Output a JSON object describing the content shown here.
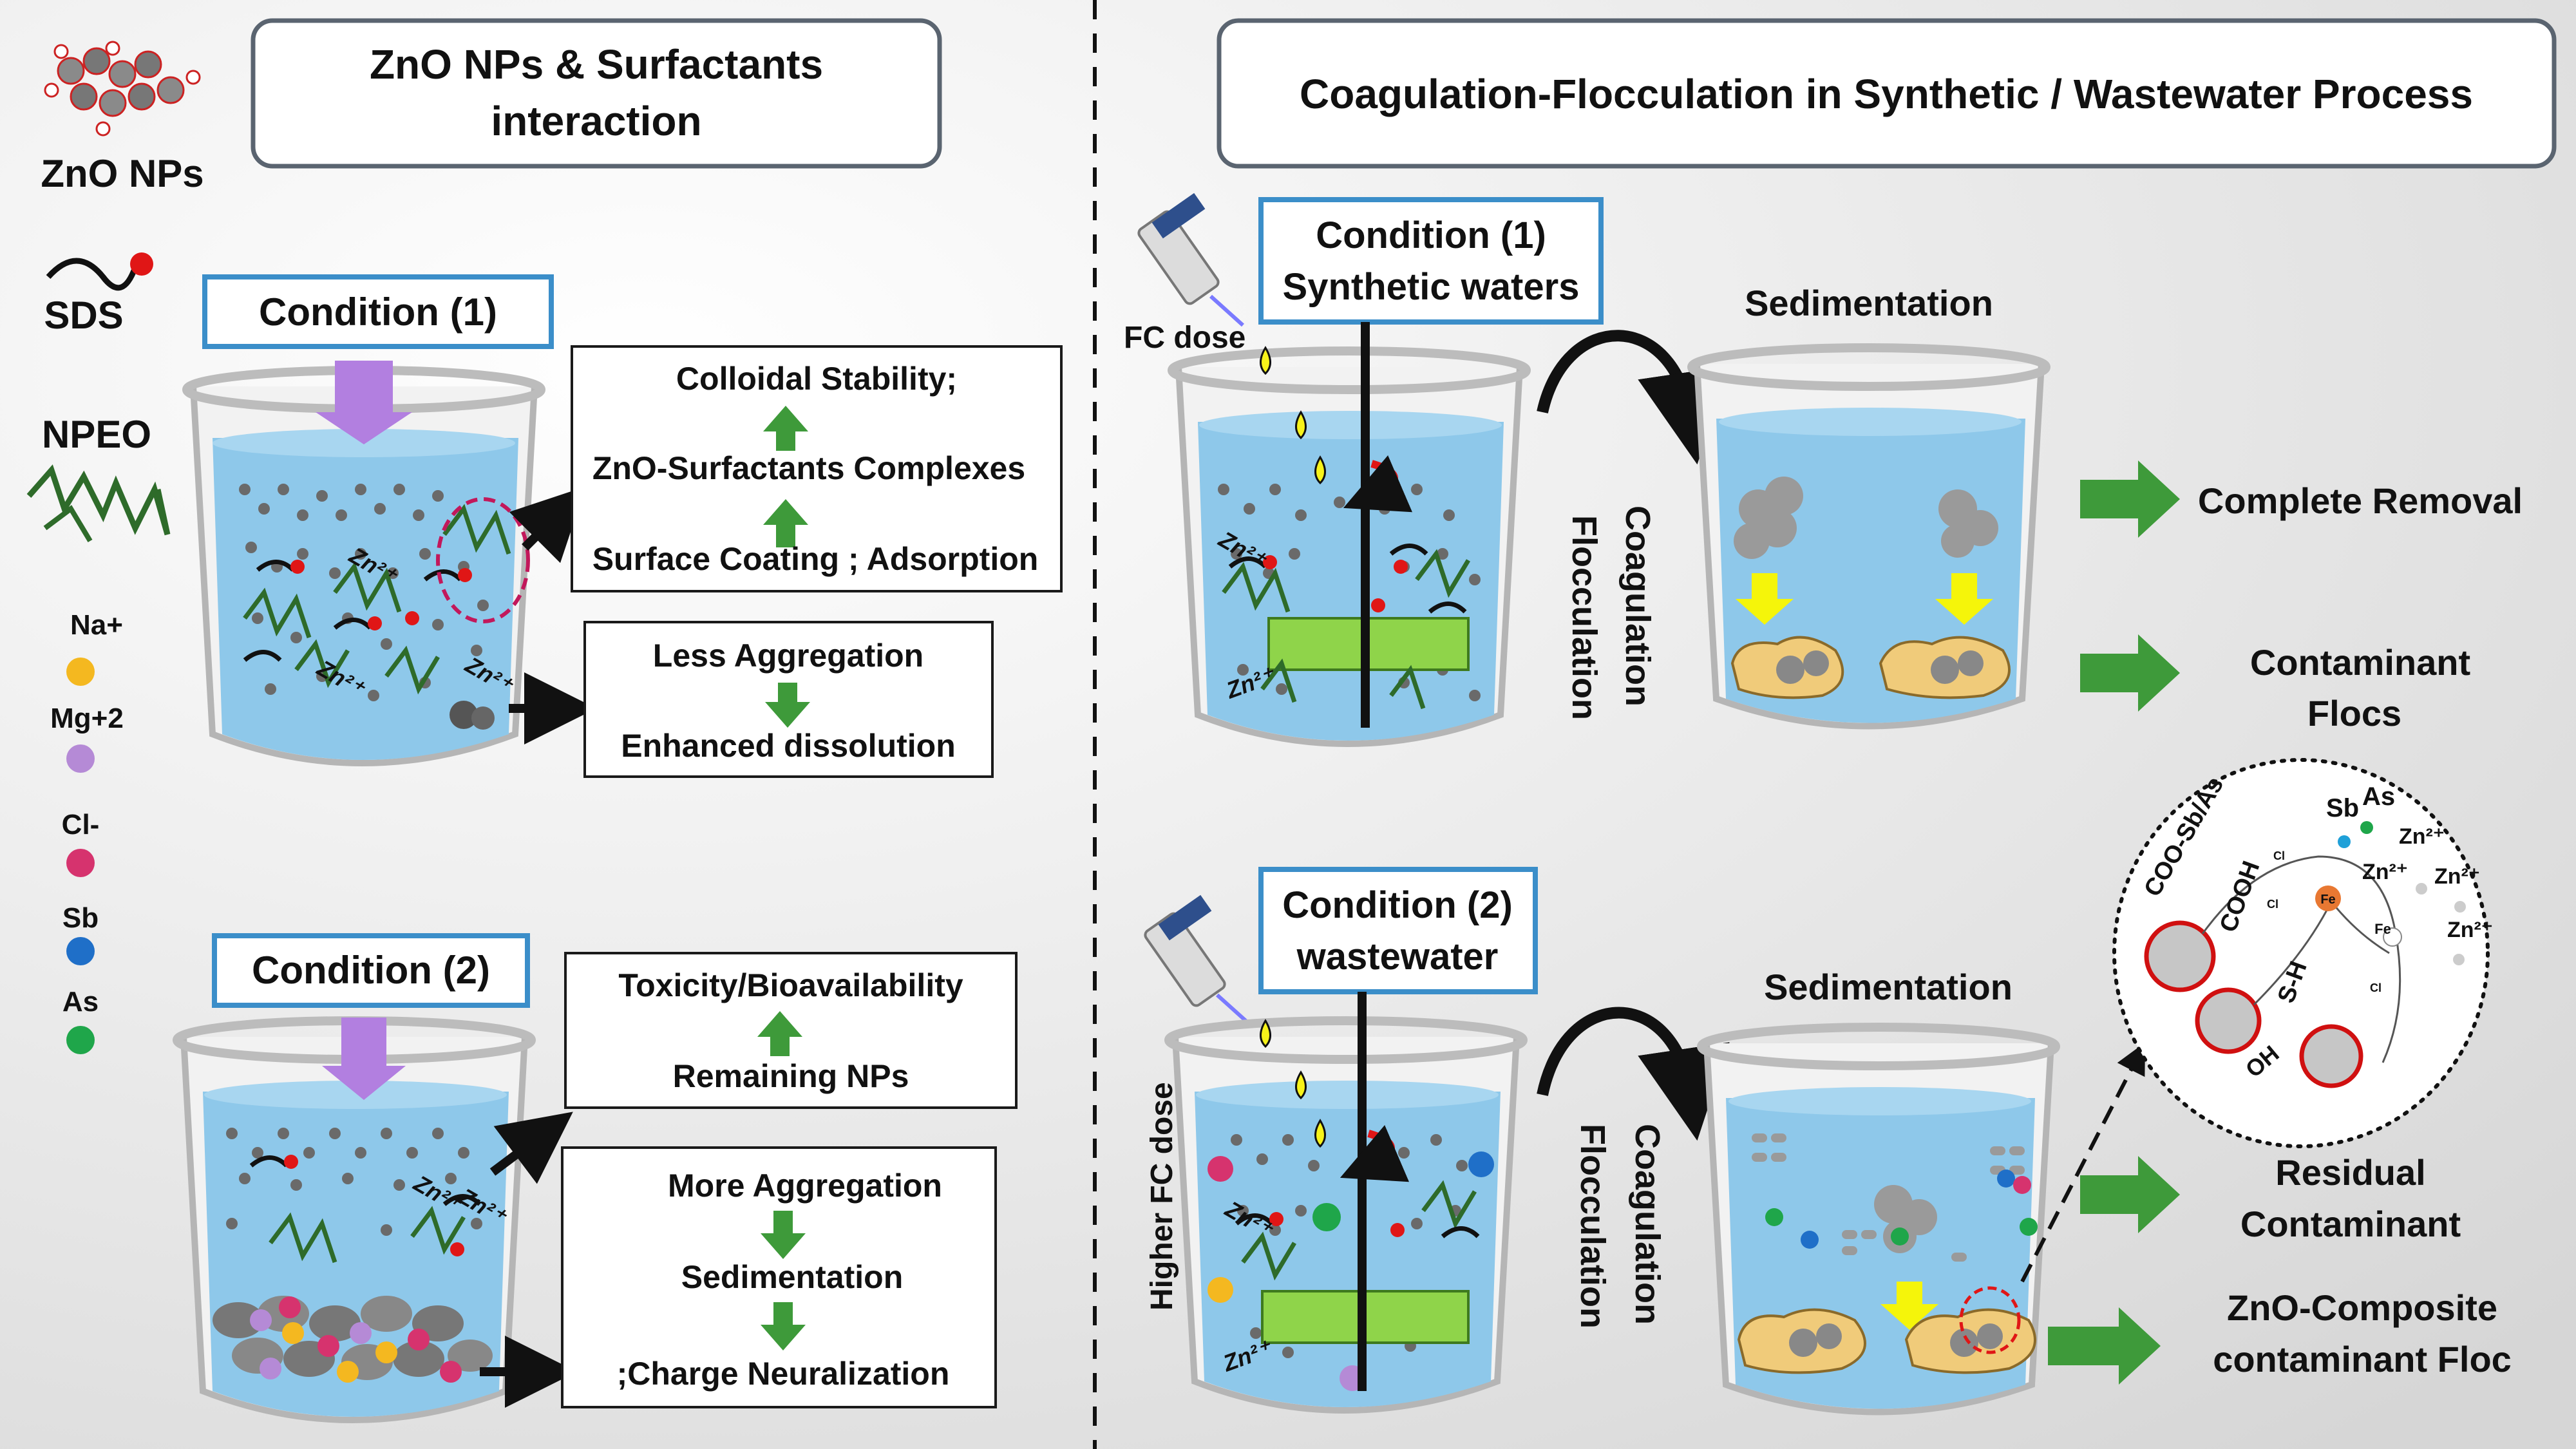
{
  "left_header": "ZnO NPs & Surfactants interaction",
  "left_header_lines": [
    "ZnO NPs & Surfactants",
    "interaction"
  ],
  "right_header": "Coagulation-Flocculation in Synthetic / Wastewater Process",
  "legend": {
    "zno_label": "ZnO NPs",
    "sds_label": "SDS",
    "npeo_label": "NPEO",
    "ions": [
      {
        "label": "Na+",
        "color": "#f4b820"
      },
      {
        "label": "Mg+2",
        "color": "#b58ad6"
      },
      {
        "label": "Cl-",
        "color": "#d6336e"
      },
      {
        "label": "Sb",
        "color": "#1f6fc8"
      },
      {
        "label": "As",
        "color": "#1fa64a"
      }
    ]
  },
  "left": {
    "cond1_title": "Condition (1)",
    "cond1_box1": [
      "Colloidal Stability;",
      "ZnO-Surfactants Complexes",
      "Surface Coating ; Adsorption"
    ],
    "cond1_box2": [
      "Less Aggregation",
      "Enhanced dissolution"
    ],
    "cond2_title": "Condition (2)",
    "cond2_box1": [
      "Toxicity/Bioavailability",
      "Remaining NPs"
    ],
    "cond2_box2": [
      "More Aggregation",
      "Sedimentation",
      ";Charge Neuralization"
    ],
    "zn_label": "Zn²⁺"
  },
  "right": {
    "cond1_title_lines": [
      "Condition (1)",
      "Synthetic waters"
    ],
    "cond2_title_lines": [
      "Condition (2)",
      "wastewater"
    ],
    "fc_dose": "FC dose",
    "higher_fc_dose": "Higher FC dose",
    "process_lines": [
      "Coagulation",
      "Flocculation"
    ],
    "sedimentation": "Sedimentation",
    "outcome1": "Complete Removal",
    "outcome2_lines": [
      "Contaminant",
      "Flocs"
    ],
    "outcome3_lines": [
      "Residual",
      "Contaminant"
    ],
    "outcome4_lines": [
      "ZnO-Composite",
      "contaminant Floc"
    ],
    "inset": {
      "groups": [
        "COO-Sb/As",
        "COOH",
        "S-H",
        "OH"
      ],
      "ions": [
        "Sb",
        "As",
        "Zn²⁺",
        "Zn²⁺",
        "Zn²⁺",
        "Zn²⁺"
      ],
      "fe": "Fe",
      "cl": "Cl"
    }
  },
  "colors": {
    "condition_border": "#3b8ec9",
    "arrow_green": "#3e9a3a",
    "water": "#8ec8ea",
    "purple_arrow": "#b27fe0",
    "yellow_arrow": "#f5f50a",
    "stirrer_pad": "#8fd44a"
  }
}
